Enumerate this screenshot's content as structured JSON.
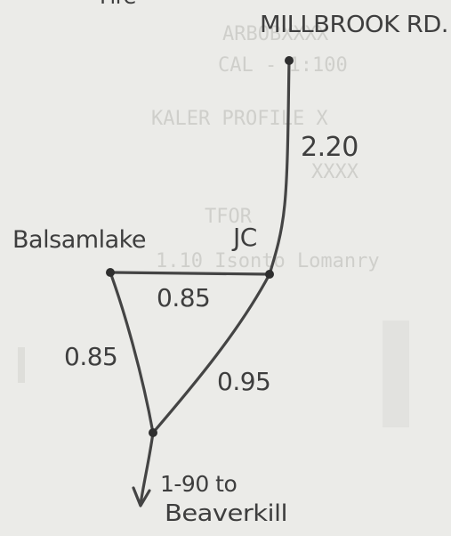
{
  "map": {
    "top_partial_label": "Fire",
    "points": {
      "millbrook_rd": "MILLBROOK RD.",
      "balsam_lake": "Balsamlake",
      "jc": "JC",
      "beaver_kill_line1": "1-90 to",
      "beaver_kill_line2": "Beaverkill"
    },
    "segments": {
      "millbrook_to_jc": "2.20",
      "balsam_to_jc": "0.85",
      "balsam_to_south": "0.85",
      "jc_to_south": "0.95"
    }
  }
}
